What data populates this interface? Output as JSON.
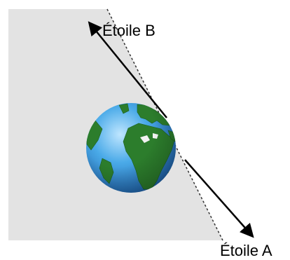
{
  "diagram": {
    "labels": {
      "star_b": "Étoile B",
      "star_a": "Étoile A"
    },
    "colors": {
      "shadow_region": "#e3e3e3",
      "ocean": "#43a3e6",
      "land": "#2c7d2c",
      "arrow": "#000000",
      "terminator_line": "#333333"
    },
    "icons": {
      "planet": "earth-globe"
    }
  }
}
